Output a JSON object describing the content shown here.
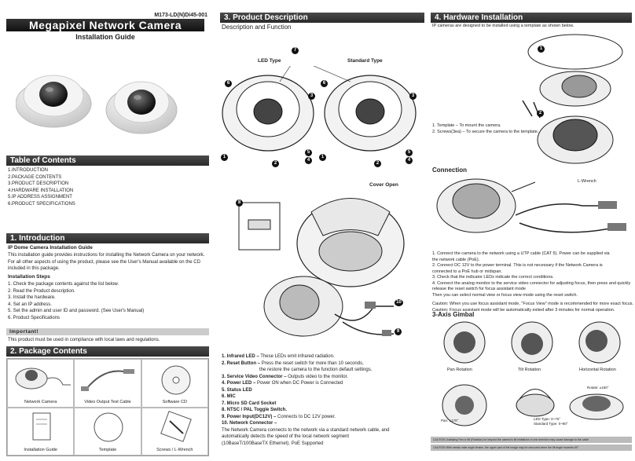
{
  "header": {
    "model_code": "M173-LD(N)Di45-001",
    "title": "Megapixel Network Camera",
    "subtitle": "Installation Guide"
  },
  "toc": {
    "heading": "Table of Contents",
    "items": [
      "1.INTRODUCTION",
      "2.PACKAGE CONTENTS",
      "3.PRODUCT DESCRIPTION",
      "4.HARDWARE INSTALLATION",
      "5.IP ADDRESS ASSIGNMENT",
      "6.PRODUCT SPECIFICATIONS"
    ]
  },
  "intro": {
    "heading": "1. Introduction",
    "sub": "IP Dome Camera Installation Guide",
    "body": "This installation guide provides instructions for installing the Network Camera on your network. For all other aspects of using the product, please see the User's Manual available on the CD included in this package.",
    "steps_heading": "Installation Steps",
    "steps": [
      "1. Check the package contents against the list below.",
      "2. Read the Product description.",
      "3. Install the hardware.",
      "4. Set an IP address.",
      "5. Set the admin and user ID and password. (See User's Manual)",
      "6. Product Specifications"
    ],
    "important_label": "Important!",
    "important_text": "This product must be used in compliance with local laws and regulations."
  },
  "package": {
    "heading": "2. Package Contents",
    "items": [
      "Network Camera",
      "Video Output Test Cable",
      "Software CD",
      "Installation Guide",
      "Template",
      "Screws / L-Wrench"
    ]
  },
  "description": {
    "heading": "3. Product Description",
    "sub": "Description and Function",
    "led_type": "LED Type",
    "standard_type": "Standard Type",
    "cover_open": "Cover Open",
    "items": [
      {
        "label": "1. Infrared LED –",
        "text": "These LEDs emit infrared radiation."
      },
      {
        "label": "2. Reset Button –",
        "text": "Press the reset switch for more than 10 seconds,"
      },
      {
        "label": "",
        "text": "the restore the camera to the function default settings."
      },
      {
        "label": "3. Service Video Connector –",
        "text": "Outputs video to the monitor."
      },
      {
        "label": "4. Power LED –",
        "text": "Power ON when DC Power is Connected"
      },
      {
        "label": "5. Status LED",
        "text": ""
      },
      {
        "label": "6. MIC",
        "text": ""
      },
      {
        "label": "7. Micro SD Card Socket",
        "text": ""
      },
      {
        "label": "8. NTSC / PAL Toggle Switch.",
        "text": ""
      },
      {
        "label": "9. Power Input(DC12V) –",
        "text": "Connects to DC 12V power."
      },
      {
        "label": "10. Network Connector –",
        "text": ""
      },
      {
        "label": "",
        "text": "The Network Camera connects to the network via a standard network cable, and"
      },
      {
        "label": "",
        "text": "automatically detects the speed of the local network segment"
      },
      {
        "label": "",
        "text": "(10BaseT/100BaseTX Ethernet). PoE Supported"
      }
    ]
  },
  "hardware": {
    "heading": "4. Hardware Installation",
    "intro": "IP cameras are designed to be installed using a template as shown below.",
    "notes": [
      "1. Template – To mount the camera.",
      "2. Screws(3ea) – To secure the camera to the template."
    ],
    "connection_heading": "Connection",
    "lwrench": "L-Wrench",
    "connection_steps": [
      "1. Connect the camera to the network using a UTP cable (CAT 5). Power can be supplied via",
      "    the network cable (PoE).",
      "2. Connect DC 12V to the power terminal. This is not necessary if the Network Camera is",
      "    connected to a PoE hub or midspan.",
      "3. Check that the indicator LEDs indicate the correct conditions.",
      "4. Connect the analog monitor to the service video connector for adjusting focus, then press and quickly",
      "    release the reset switch for focus assistant mode",
      "    Then you can select normal view or focus view mode using the reset switch.",
      "",
      "Caution: When you use focus assistant mode, \"Focus View\" mode is recommended for more exact focus.",
      "Caution: Focus assistant mode will be automatically exited after 3 minutes for normal operation."
    ],
    "gimbal_heading": "3-Axis Gimbal",
    "gimbal_labels": [
      "Pan Rotation",
      "Tilt Rotation",
      "Horizontal Rotation"
    ],
    "rotate_label": "Rotate: ±160°",
    "pan_label": "Pan: ±170°",
    "tilt_led": "LED Type: 0~75°",
    "tilt_std": "Standard Type: 0~80°",
    "cautions": [
      "CAUTION     Justifying Pan or tilt (Rotation) for beyond the camera's tilt limitations in one direction may cause damage to the cable",
      "CAUTION     With certain wide angle lenses, the upper part of the image may be obscured when the tilt angle exceeds 60°"
    ]
  }
}
